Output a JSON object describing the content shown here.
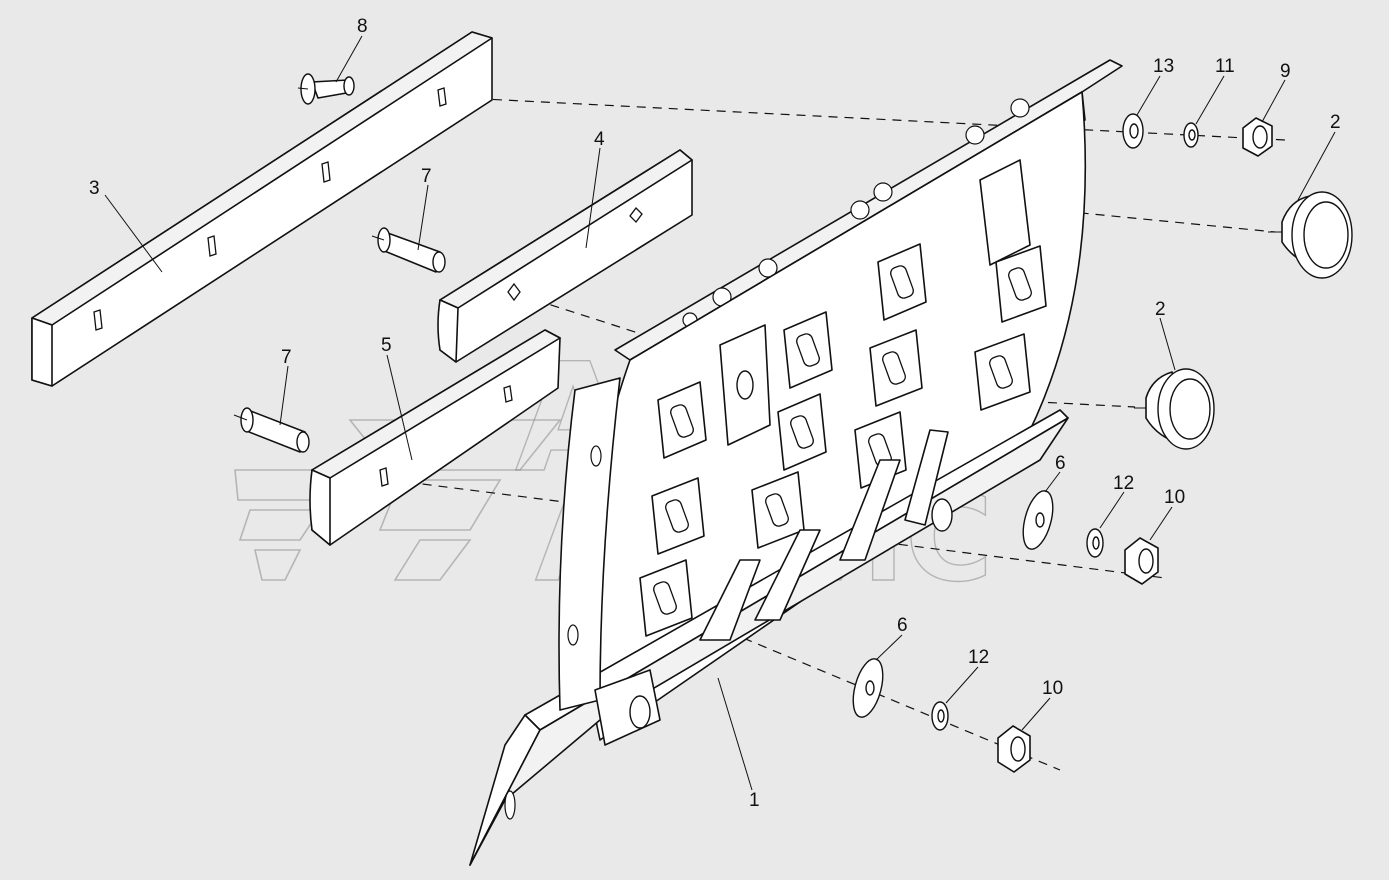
{
  "diagram": {
    "callouts": [
      {
        "id": "c8",
        "label": "8"
      },
      {
        "id": "c3",
        "label": "3"
      },
      {
        "id": "c7a",
        "label": "7"
      },
      {
        "id": "c4",
        "label": "4"
      },
      {
        "id": "c7b",
        "label": "7"
      },
      {
        "id": "c5",
        "label": "5"
      },
      {
        "id": "c13",
        "label": "13"
      },
      {
        "id": "c11",
        "label": "11"
      },
      {
        "id": "c9",
        "label": "9"
      },
      {
        "id": "c2a",
        "label": "2"
      },
      {
        "id": "c2b",
        "label": "2"
      },
      {
        "id": "c6a",
        "label": "6"
      },
      {
        "id": "c12a",
        "label": "12"
      },
      {
        "id": "c10a",
        "label": "10"
      },
      {
        "id": "c6b",
        "label": "6"
      },
      {
        "id": "c12b",
        "label": "12"
      },
      {
        "id": "c10b",
        "label": "10"
      },
      {
        "id": "c1",
        "label": "1"
      }
    ],
    "watermark": {
      "line1": "АВТО",
      "line2": "АБЗИС"
    }
  }
}
